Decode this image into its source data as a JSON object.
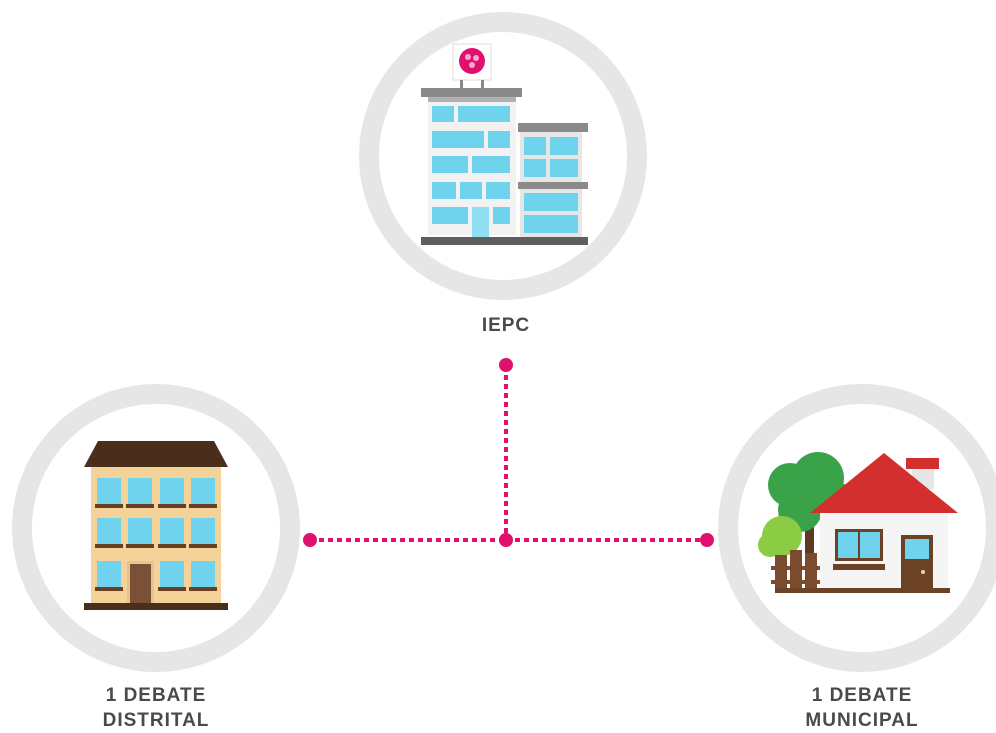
{
  "nodes": {
    "top": {
      "label": "IEPC"
    },
    "left": {
      "label_line1": "1 DEBATE",
      "label_line2": "DISTRITAL"
    },
    "right": {
      "label_line1": "1 DEBATE",
      "label_line2": "MUNICIPAL"
    }
  },
  "colors": {
    "ring": "#e6e6e6",
    "connector": "#e0116e",
    "glass": "#6fd3ee",
    "roof_red": "#d32f2f",
    "tree_green": "#3aa34a",
    "label": "#4a4a4a"
  },
  "icons": [
    "iepc-building-icon",
    "apartment-building-icon",
    "house-icon",
    "logo-icon"
  ]
}
